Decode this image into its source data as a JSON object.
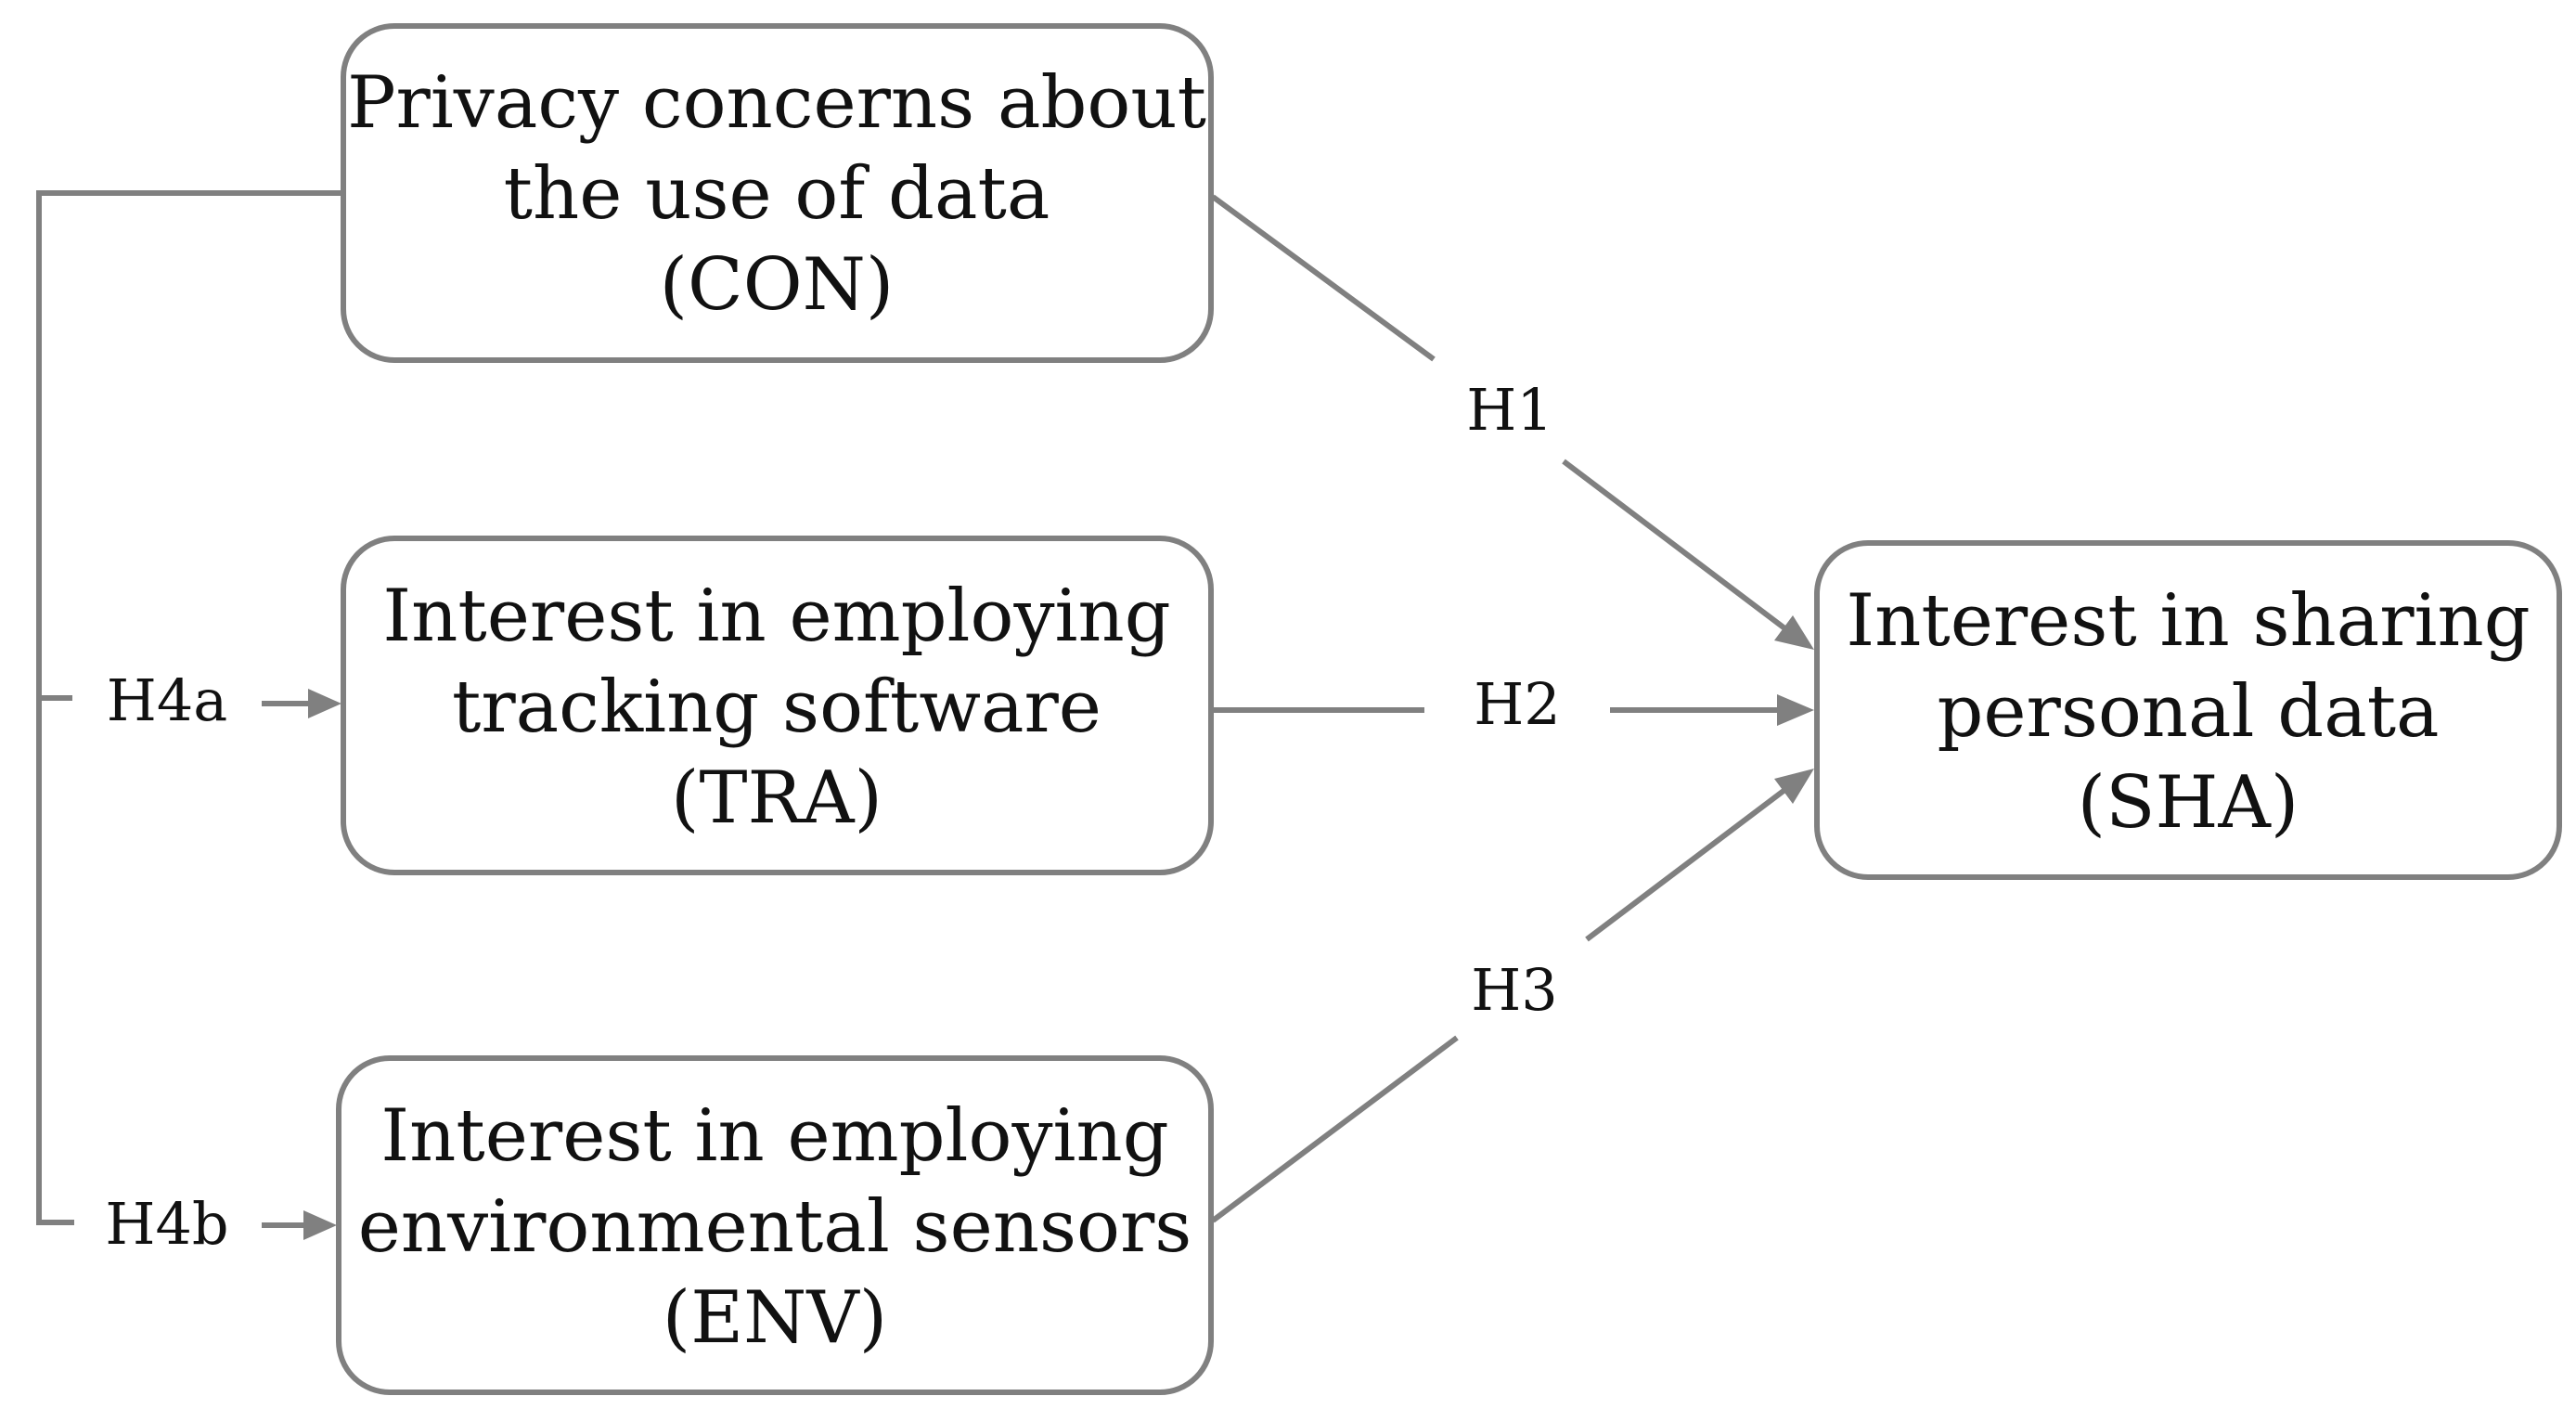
{
  "colors": {
    "stroke": "#808080",
    "text": "#111111",
    "background": "#ffffff"
  },
  "boxes": {
    "con": {
      "lines": [
        "Privacy concerns about",
        "the use of data",
        "(CON)"
      ]
    },
    "tra": {
      "lines": [
        "Interest in employing",
        "tracking software",
        "(TRA)"
      ]
    },
    "env": {
      "lines": [
        "Interest in employing",
        "environmental sensors",
        "(ENV)"
      ]
    },
    "sha": {
      "lines": [
        "Interest in sharing",
        "personal data",
        "(SHA)"
      ]
    }
  },
  "hypotheses": {
    "h1": "H1",
    "h2": "H2",
    "h3": "H3",
    "h4a": "H4a",
    "h4b": "H4b"
  }
}
